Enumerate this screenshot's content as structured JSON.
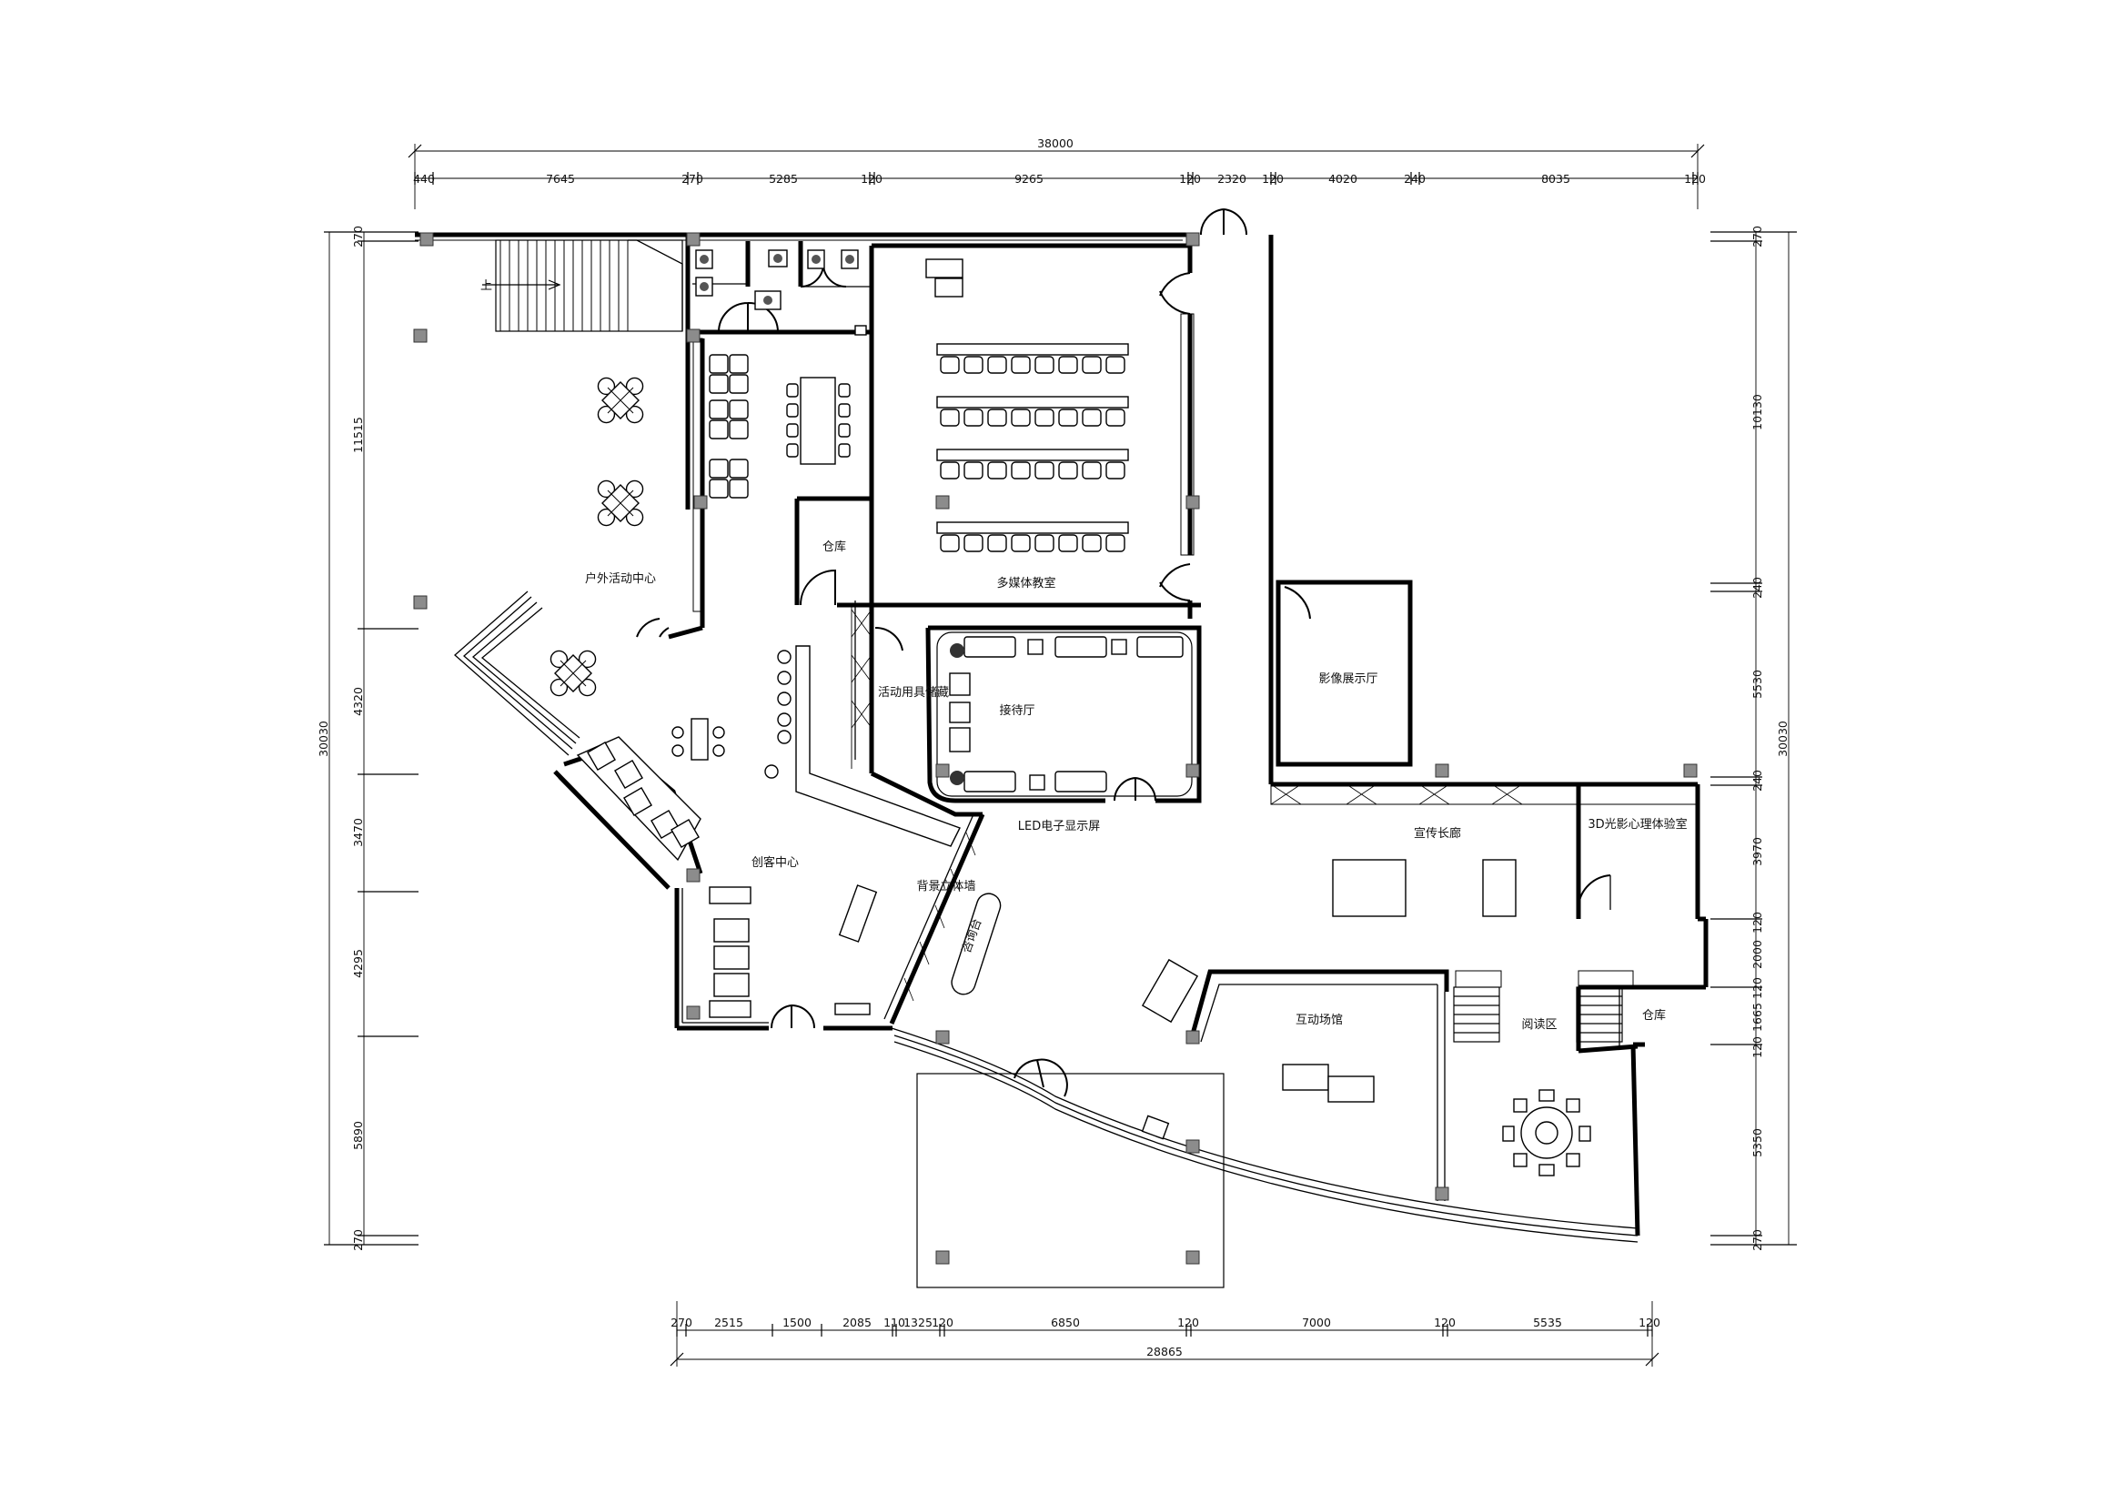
{
  "drawing": {
    "type": "architectural floor plan",
    "top_overall": "38000",
    "top_segments": [
      "440",
      "7645",
      "270",
      "5285",
      "120",
      "9265",
      "120",
      "2320",
      "120",
      "4020",
      "240",
      "8035",
      "120"
    ],
    "bottom_overall": "28865",
    "bottom_segments": [
      "270",
      "2515",
      "1500",
      "2085",
      "110",
      "1325",
      "120",
      "6850",
      "120",
      "7000",
      "120",
      "5535",
      "120"
    ],
    "left_overall": "30030",
    "left_segments": [
      "270",
      "11515",
      "4320",
      "3470",
      "4295",
      "5890",
      "270"
    ],
    "right_overall": "30030",
    "right_segments": [
      "270",
      "10130",
      "240",
      "5530",
      "240",
      "3970",
      "120",
      "2000",
      "120",
      "1665",
      "120",
      "5350",
      "270"
    ]
  },
  "rooms": {
    "outdoor": "户外活动中心",
    "multimedia": "多媒体教室",
    "storage_1": "仓库",
    "activity_storage": "活动用具储藏",
    "reception": "接待厅",
    "maker": "创客中心",
    "led_screen": "LED电子显示屏",
    "background_wall": "背景立体墙",
    "consult_desk": "咨询台",
    "image_hall": "影像展示厅",
    "corridor": "宣传长廊",
    "lab_3d": "3D光影心理体验室",
    "interactive": "互动场馆",
    "reading": "阅读区",
    "storage_2": "仓库",
    "stair_up": "上"
  }
}
